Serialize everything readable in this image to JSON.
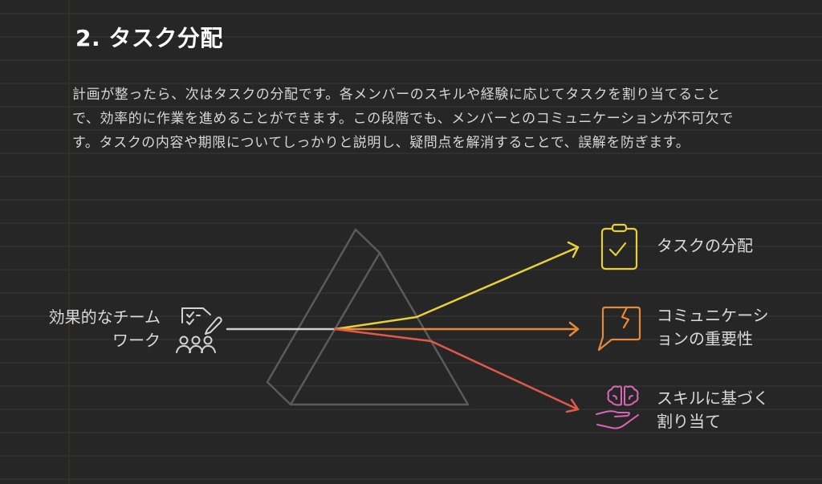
{
  "section": {
    "title": "2. タスク分配",
    "paragraph": "計画が整ったら、次はタスクの分配です。各メンバーのスキルや経験に応じてタスクを割り当てることで、効率的に作業を進めることができます。この段階でも、メンバーとのコミュニケーションが不可欠です。タスクの内容や期限についてしっかりと説明し、疑問点を解消することで、誤解を防ぎます。"
  },
  "diagram": {
    "input": {
      "label_line1": "効果的なチーム",
      "label_line2": "ワーク",
      "icon": "teamwork-checklist-icon",
      "color": "#d9d9d9"
    },
    "prism": {
      "icon": "prism",
      "color": "#5a5a5a"
    },
    "outputs": [
      {
        "label_line1": "タスクの分配",
        "label_line2": "",
        "icon": "clipboard-check-icon",
        "color": "#e8cf3c"
      },
      {
        "label_line1": "コミュニケーシ",
        "label_line2": "ョンの重要性",
        "icon": "broken-speech-bubble-icon",
        "color": "#e6893a"
      },
      {
        "label_line1": "スキルに基づく",
        "label_line2": "割り当て",
        "icon": "brain-hand-icon",
        "color": "#e05a4a",
        "icon_color": "#d965b8"
      }
    ]
  }
}
